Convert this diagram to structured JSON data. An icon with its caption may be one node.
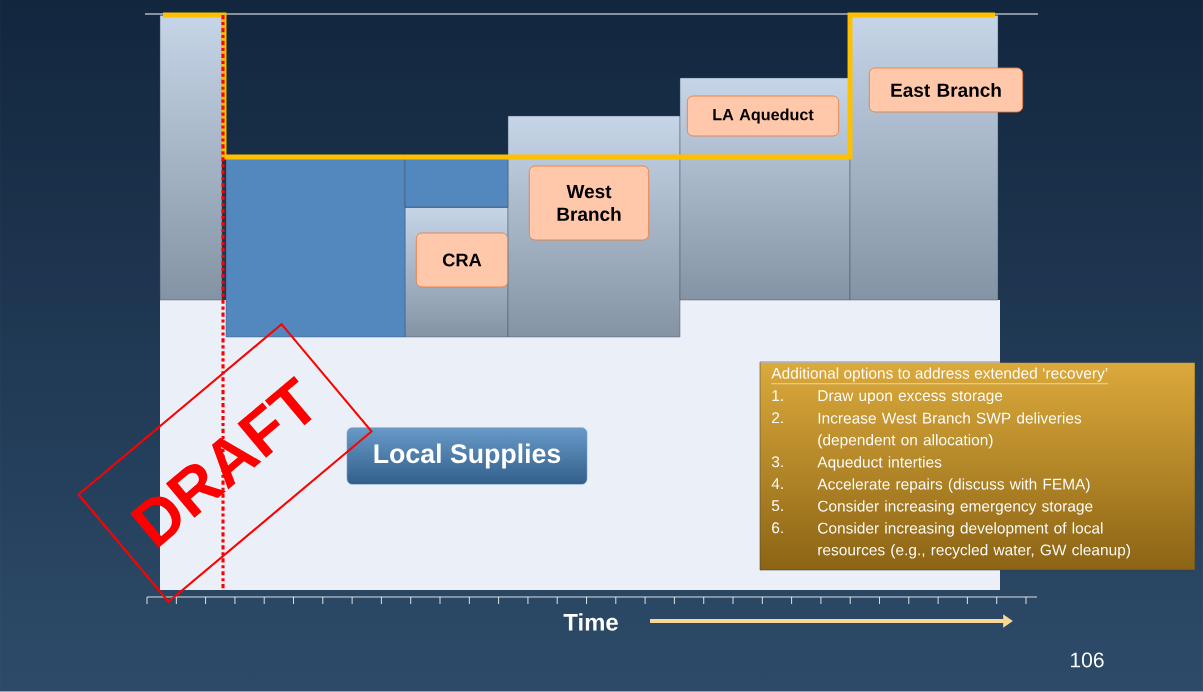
{
  "diagram": {
    "nodes": [
      {
        "text": [
          "CRA"
        ]
      },
      {
        "text": [
          "West Branch"
        ]
      },
      {
        "text": [
          "LA Aqueduct"
        ]
      },
      {
        "text": [
          "East Branch"
        ]
      },
      {
        "text": [
          "Local Supplies"
        ]
      },
      {
        "text": [
          "Additional options to  address extended ‘recovery’",
          "1.",
          "Draw upon excess storage",
          "2.",
          "Increase West Branch SWP deliveries (dependent on allocation)",
          "3.",
          "Aqueduct interties",
          "4.",
          "Accelerate repairs (discuss with FEMA)",
          "5.",
          "Consider increasing emergency storage",
          "6.",
          "Consider increasing development of local resources  (e.g., recycled water, GW cleanup)"
        ]
      }
    ],
    "edges": [],
    "labels": [
      "DRAFT",
      "Time",
      "106"
    ]
  }
}
